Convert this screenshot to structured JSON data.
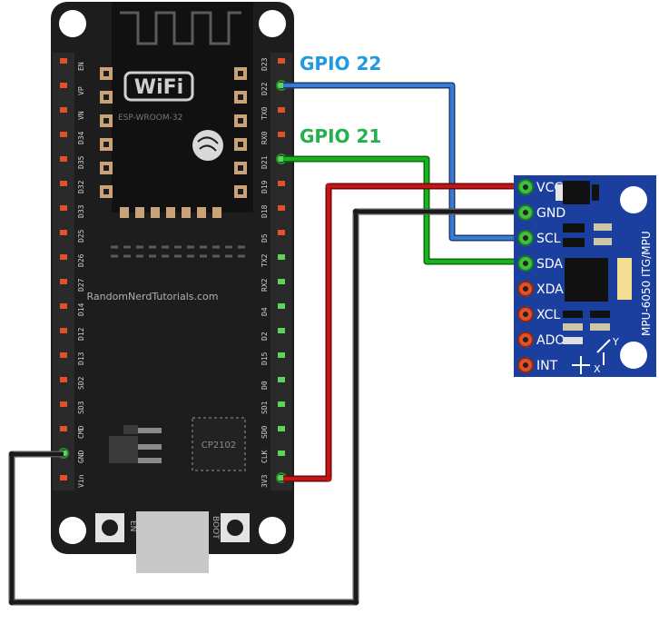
{
  "labels": {
    "gpio22": "GPIO 22",
    "gpio21": "GPIO 21",
    "wifi": "WiFi",
    "module": "ESP-WROOM-32",
    "site": "RandomNerdTutorials.com",
    "usb_chip": "CP2102",
    "en_button": "EN",
    "boot_button": "BOOT",
    "sensor_title": "MPU-6050 ITG/MPU",
    "axis_x": "X",
    "axis_y": "Y"
  },
  "esp32_left_pins": [
    "EN",
    "VP",
    "VN",
    "D34",
    "D35",
    "D32",
    "D33",
    "D25",
    "D26",
    "D27",
    "D14",
    "D12",
    "D13",
    "SD2",
    "SD3",
    "CMD",
    "GND",
    "Vin"
  ],
  "esp32_right_pins": [
    "D23",
    "D22",
    "TX0",
    "RX0",
    "D21",
    "D19",
    "D18",
    "D5",
    "TX2",
    "RX2",
    "D4",
    "D2",
    "D15",
    "D0",
    "SD1",
    "SD0",
    "CLK",
    "3V3"
  ],
  "mpu_pins": [
    "VCC",
    "GND",
    "SCL",
    "SDA",
    "XDA",
    "XCL",
    "ADO",
    "INT"
  ],
  "colors": {
    "board": "#1d1d1d",
    "sensor": "#1a3f9e",
    "wire_blue": "#3a7bd5",
    "wire_green": "#18b21d",
    "wire_red": "#c41414",
    "wire_black": "#1a1a1a",
    "label_blue": "#1e9ae0",
    "label_green": "#22b14c"
  }
}
